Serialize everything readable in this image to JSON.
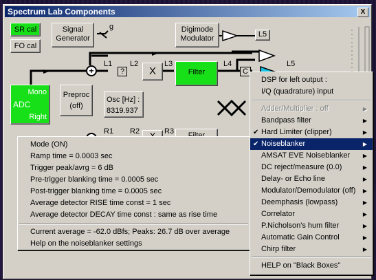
{
  "window": {
    "title": "Spectrum Lab  Components",
    "close_glyph": "X"
  },
  "blocks": {
    "sr_cal": "SR cal",
    "fo_cal": "FO cal",
    "signal_gen_line1": "Signal",
    "signal_gen_line2": "Generator",
    "digimode_line1": "Digimode",
    "digimode_line2": "Modulator",
    "adc_line1": "Mono",
    "adc_line2": "ADC",
    "adc_line3": "Right",
    "preproc_line1": "Preproc",
    "preproc_line2": "(off)",
    "osc_line1": "Osc [Hz] :",
    "osc_line2": "8319.937",
    "filter1": "Filter",
    "filter2": "Filter",
    "mult1": "X",
    "mult2": "X",
    "plus": "+",
    "qmark": "?",
    "c_box": "C",
    "g_label": "g"
  },
  "labels": [
    "L1",
    "L2",
    "L3",
    "L4",
    "L5",
    "L5",
    "R1",
    "R2",
    "R3"
  ],
  "context_menu": {
    "items": [
      {
        "label": "DSP for left output :",
        "checked": false,
        "disabled": false,
        "submenu": false,
        "selected": false
      },
      {
        "label": "I/Q (quadrature) input",
        "checked": false,
        "disabled": false,
        "submenu": false,
        "selected": false
      },
      {
        "label": "Adder/Multiplier : off",
        "checked": false,
        "disabled": true,
        "submenu": true,
        "selected": false
      },
      {
        "label": "Bandpass filter",
        "checked": false,
        "disabled": false,
        "submenu": true,
        "selected": false
      },
      {
        "label": "Hard Limiter (clipper)",
        "checked": true,
        "disabled": false,
        "submenu": true,
        "selected": false
      },
      {
        "label": "Noiseblanker",
        "checked": true,
        "disabled": false,
        "submenu": true,
        "selected": true
      },
      {
        "label": "AMSAT EVE Noiseblanker",
        "checked": false,
        "disabled": false,
        "submenu": true,
        "selected": false
      },
      {
        "label": "DC reject/measure (0.0)",
        "checked": false,
        "disabled": false,
        "submenu": true,
        "selected": false
      },
      {
        "label": "Delay- or Echo  line",
        "checked": false,
        "disabled": false,
        "submenu": true,
        "selected": false
      },
      {
        "label": "Modulator/Demodulator (off)",
        "checked": false,
        "disabled": false,
        "submenu": true,
        "selected": false
      },
      {
        "label": "Deemphasis (lowpass)",
        "checked": false,
        "disabled": false,
        "submenu": true,
        "selected": false
      },
      {
        "label": "Correlator",
        "checked": false,
        "disabled": false,
        "submenu": true,
        "selected": false
      },
      {
        "label": "P.Nicholson's hum filter",
        "checked": false,
        "disabled": false,
        "submenu": true,
        "selected": false
      },
      {
        "label": "Automatic Gain Control",
        "checked": false,
        "disabled": false,
        "submenu": true,
        "selected": false
      },
      {
        "label": "Chirp filter",
        "checked": false,
        "disabled": false,
        "submenu": true,
        "selected": false
      }
    ],
    "help": "HELP on \"Black Boxes\""
  },
  "noiseblanker_submenu": {
    "items": [
      "Mode (ON)",
      "Ramp time = 0.0003 sec",
      "Trigger peak/avrg = 6 dB",
      "Pre-trigger blanking time = 0.0005 sec",
      "Post-trigger blanking time = 0.0005 sec",
      "Average detector RISE time const = 1 sec",
      "Average detector DECAY time const : same as rise time"
    ],
    "status": "Current average = -62.0 dBfs;  Peaks: 26.7 dB over average",
    "help": "Help on the noiseblanker settings"
  },
  "colors": {
    "block_green": "#18e018",
    "title_blue": "#0a246a",
    "menu_bg": "#d4d0c8"
  }
}
